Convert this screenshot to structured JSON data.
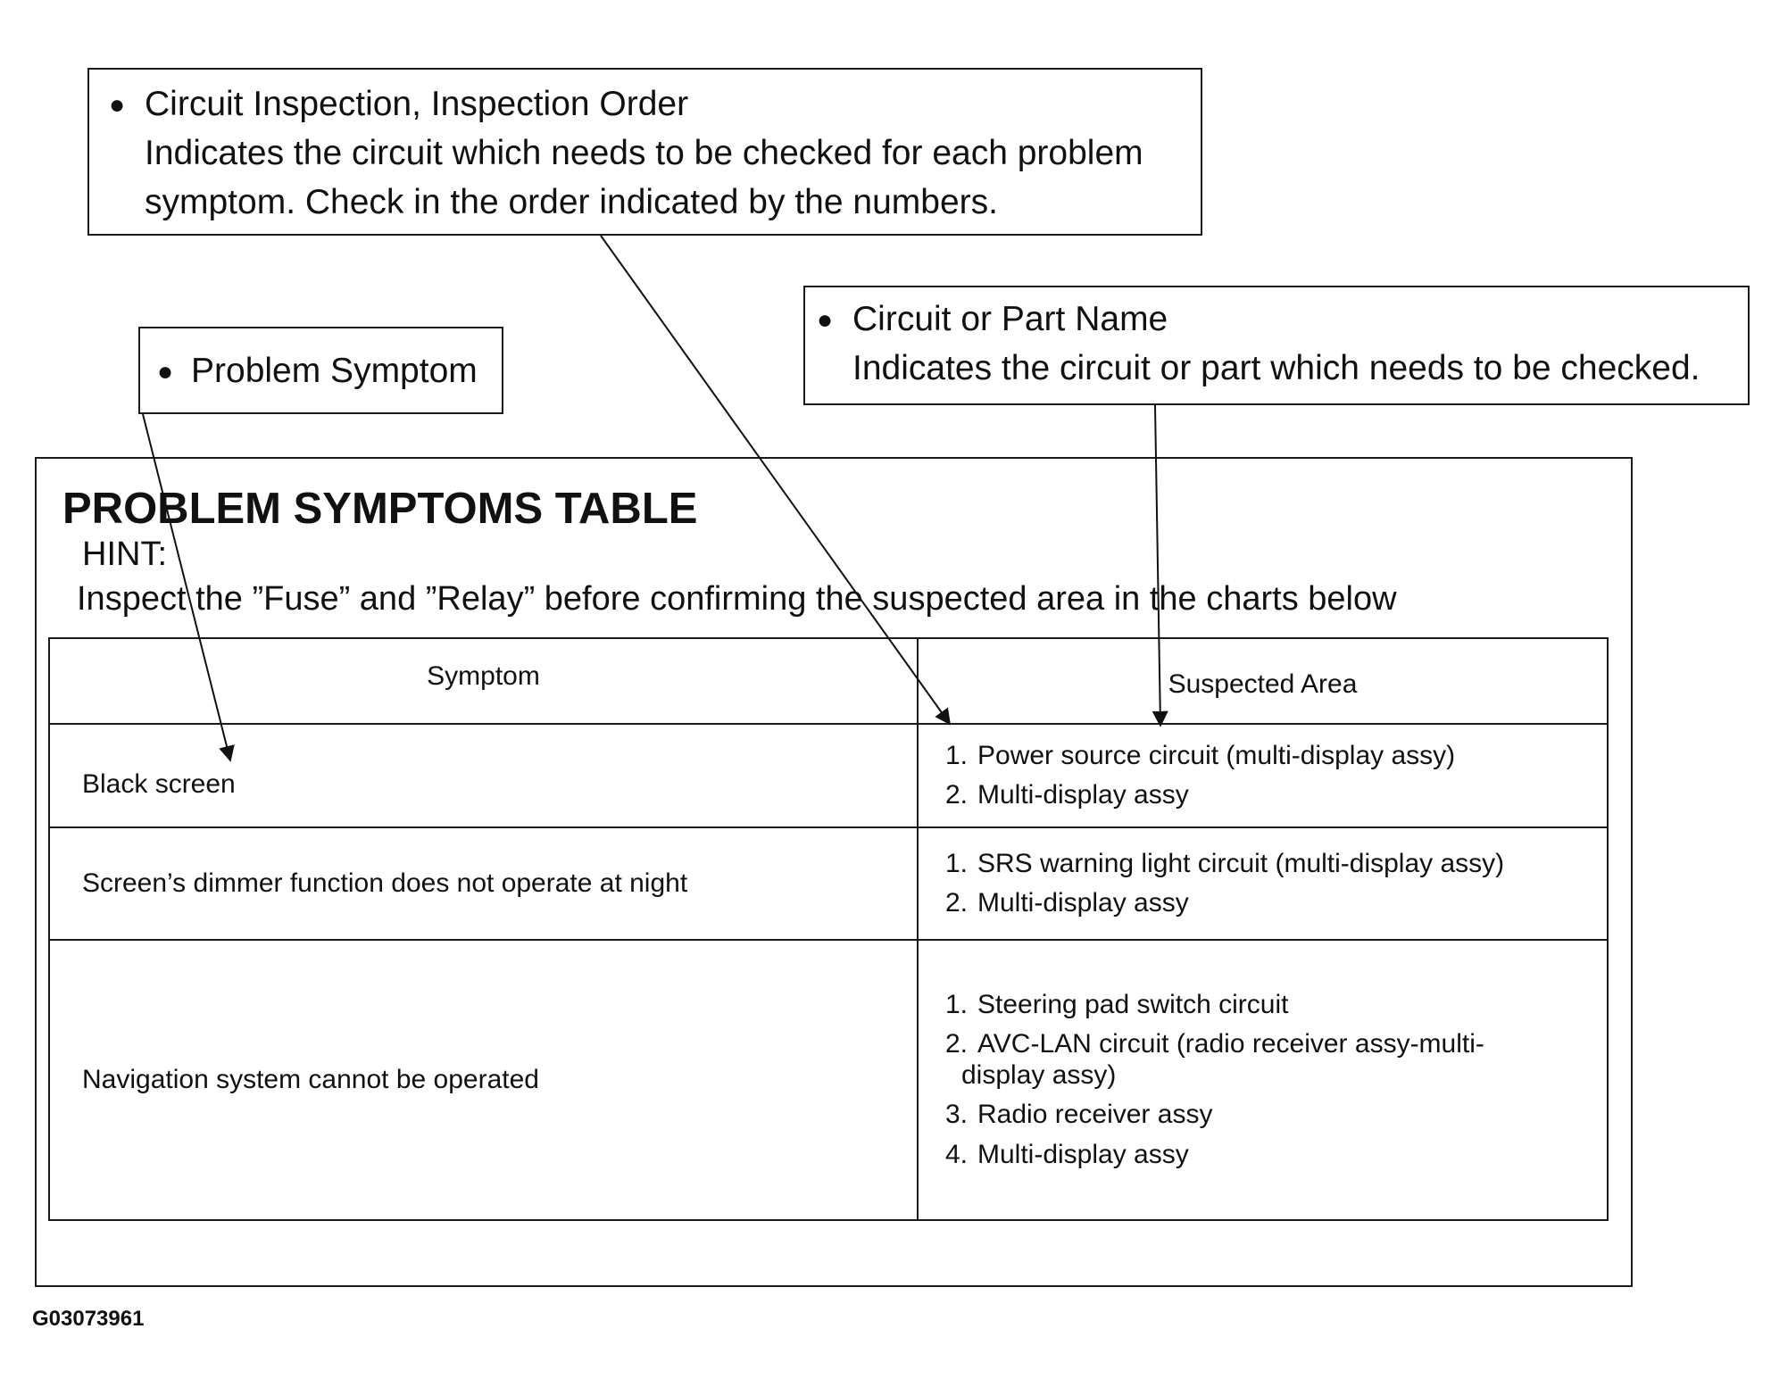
{
  "callouts": {
    "circuit_inspection": {
      "title": "Circuit Inspection, Inspection Order",
      "line1": "Indicates the circuit which needs to be checked for each problem",
      "line2": "symptom. Check in the order indicated by the numbers."
    },
    "circuit_part_name": {
      "title": "Circuit or Part Name",
      "line1": "Indicates the circuit or part which needs to be checked."
    },
    "problem_symptom": {
      "title": "Problem Symptom"
    },
    "bullet_glyph": "●"
  },
  "table_section": {
    "title": "PROBLEM SYMPTOMS TABLE",
    "hint_label": "HINT:",
    "hint_text": "Inspect the ”Fuse” and ”Relay” before confirming the suspected area in the charts below",
    "headers": {
      "symptom": "Symptom",
      "suspected_area": "Suspected Area"
    },
    "rows": [
      {
        "symptom": "Black screen",
        "areas": [
          {
            "num": "1.",
            "text": "Power source circuit (multi-display assy)"
          },
          {
            "num": "2.",
            "text": "Multi-display assy"
          }
        ]
      },
      {
        "symptom": "Screen’s dimmer function does not operate at night",
        "areas": [
          {
            "num": "1.",
            "text": "SRS warning light circuit (multi-display assy)"
          },
          {
            "num": "2.",
            "text": "Multi-display assy"
          }
        ]
      },
      {
        "symptom": "Navigation system cannot be operated",
        "areas": [
          {
            "num": "1.",
            "text": "Steering pad switch circuit"
          },
          {
            "num": "2.",
            "text": "AVC-LAN circuit (radio receiver assy-multi-",
            "cont": "display assy)"
          },
          {
            "num": "3.",
            "text": "Radio receiver assy"
          },
          {
            "num": "4.",
            "text": "Multi-display assy"
          }
        ]
      }
    ]
  },
  "figure_id": "G03073961"
}
